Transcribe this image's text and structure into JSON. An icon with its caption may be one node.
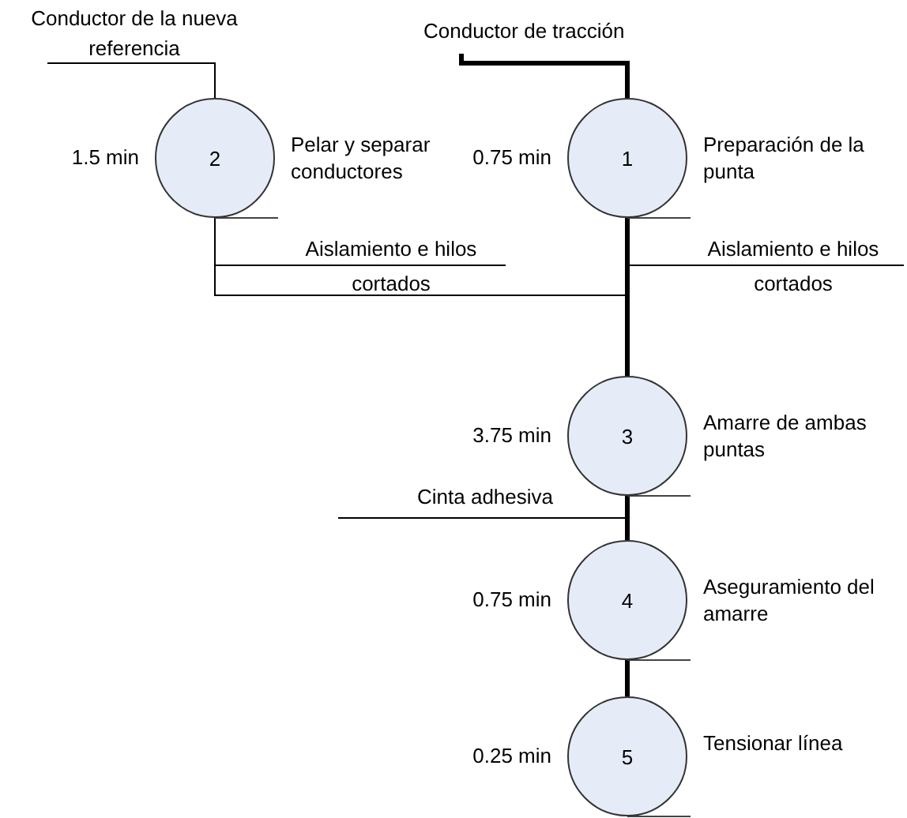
{
  "diagram": {
    "nodes": [
      {
        "text": [
          "Conductor de la nueva referencia"
        ]
      },
      {
        "text": [
          "Conductor de tracción"
        ]
      },
      {
        "text": [
          "2"
        ],
        "beside": [
          "1.5 min",
          "Pelar y separar conductores"
        ]
      },
      {
        "text": [
          "1"
        ],
        "beside": [
          "0.75 min",
          "Preparación de la punta"
        ]
      },
      {
        "text": [
          "Aislamiento e hilos cortados"
        ]
      },
      {
        "text": [
          "Aislamiento e hilos cortados"
        ]
      },
      {
        "text": [
          "3"
        ],
        "beside": [
          "3.75 min",
          "Amarre de ambas puntas"
        ]
      },
      {
        "text": [
          "Cinta adhesiva"
        ]
      },
      {
        "text": [
          "4"
        ],
        "beside": [
          "0.75 min",
          "Aseguramiento del amarre"
        ]
      },
      {
        "text": [
          "5"
        ],
        "beside": [
          "0.25 min",
          "Tensionar línea"
        ]
      }
    ],
    "edges": [
      {
        "from": 0,
        "to": 2,
        "arrow": "none"
      },
      {
        "from": 1,
        "to": 3,
        "arrow": "none",
        "style": "thick"
      },
      {
        "from": 2,
        "to": 4,
        "arrow": "none"
      },
      {
        "from": 2,
        "to": 6,
        "arrow": "none"
      },
      {
        "from": 3,
        "to": 5,
        "arrow": "none"
      },
      {
        "from": 3,
        "to": 6,
        "arrow": "none",
        "style": "thick"
      },
      {
        "from": 7,
        "to": 8,
        "arrow": "none"
      },
      {
        "from": 6,
        "to": 8,
        "arrow": "none",
        "style": "thick"
      },
      {
        "from": 8,
        "to": 9,
        "arrow": "none",
        "style": "thick"
      }
    ]
  }
}
